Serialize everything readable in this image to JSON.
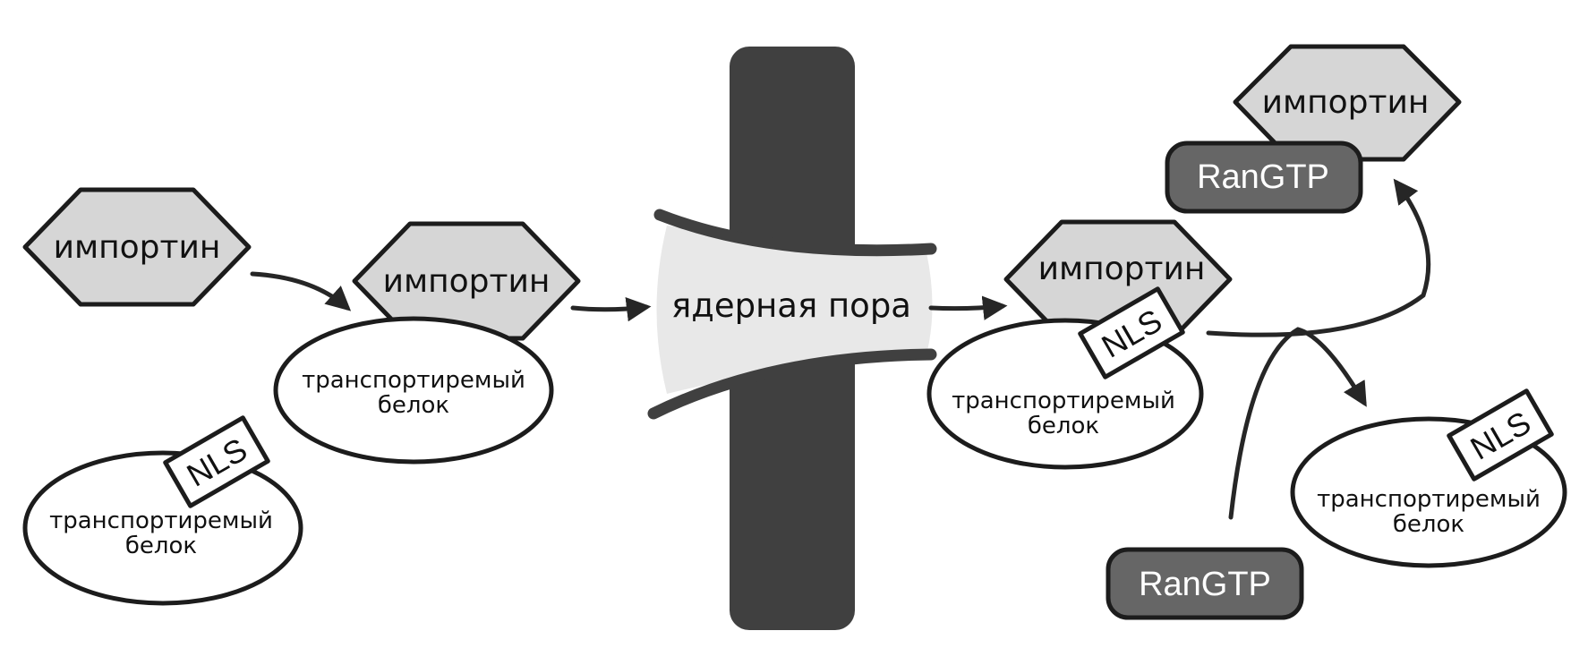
{
  "labels": {
    "importin": "импортин",
    "protein_line1": "транспортиремый",
    "protein_line2": "белок",
    "nls": "NLS",
    "rangtp": "RanGTP",
    "pore": "ядерная пора"
  },
  "colors": {
    "membrane": "#404040",
    "pore_channel": "#e8e8e8",
    "importin_fill": "#d6d6d6",
    "rangtp_fill": "#666666",
    "outline": "#1c1c1c",
    "arrow": "#262626"
  }
}
